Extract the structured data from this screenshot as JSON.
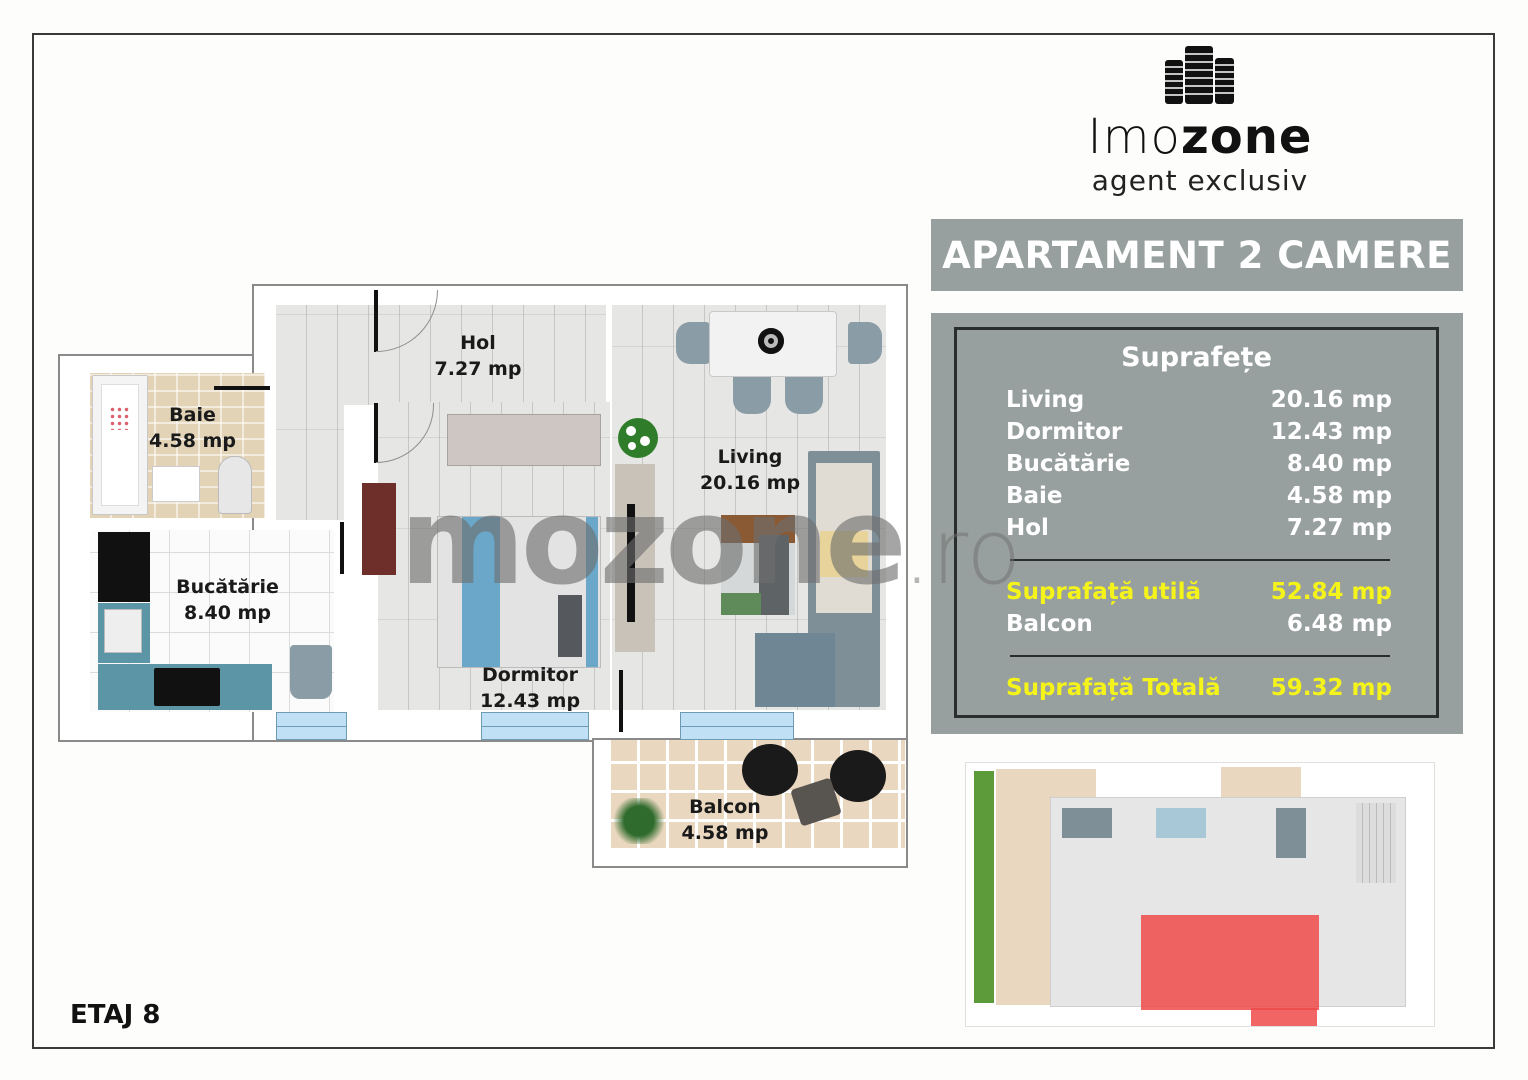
{
  "brand": {
    "name_thin": "Imo",
    "name_bold": "zone",
    "tagline": "agent exclusiv",
    "icon": "buildings-logo-icon"
  },
  "title": "APARTAMENT 2 CAMERE",
  "areas": {
    "heading": "Suprafețe",
    "rooms": [
      {
        "name": "Living",
        "value": "20.16 mp"
      },
      {
        "name": "Dormitor",
        "value": "12.43 mp"
      },
      {
        "name": "Bucătărie",
        "value": "8.40 mp"
      },
      {
        "name": "Baie",
        "value": "4.58 mp"
      },
      {
        "name": "Hol",
        "value": "7.27 mp"
      }
    ],
    "useful": {
      "name": "Suprafață utilă",
      "value": "52.84 mp"
    },
    "balcony": {
      "name": "Balcon",
      "value": "6.48 mp"
    },
    "total": {
      "name": "Suprafață Totală",
      "value": "59.32 mp"
    },
    "highlight_color": "#f4f31a",
    "panel_color": "#98a09f"
  },
  "plan": {
    "rooms": {
      "hol": {
        "name": "Hol",
        "area": "7.27 mp"
      },
      "baie": {
        "name": "Baie",
        "area": "4.58 mp"
      },
      "bucatarie": {
        "name": "Bucătărie",
        "area": "8.40 mp"
      },
      "dormitor": {
        "name": "Dormitor",
        "area": "12.43 mp"
      },
      "living": {
        "name": "Living",
        "area": "20.16 mp"
      },
      "balcon": {
        "name": "Balcon",
        "area": "4.58 mp"
      }
    }
  },
  "watermark": {
    "main": "mozone",
    "suffix": ".ro"
  },
  "keyplan": {
    "highlight_color": "#ef4a4a"
  },
  "floor": "ETAJ 8"
}
